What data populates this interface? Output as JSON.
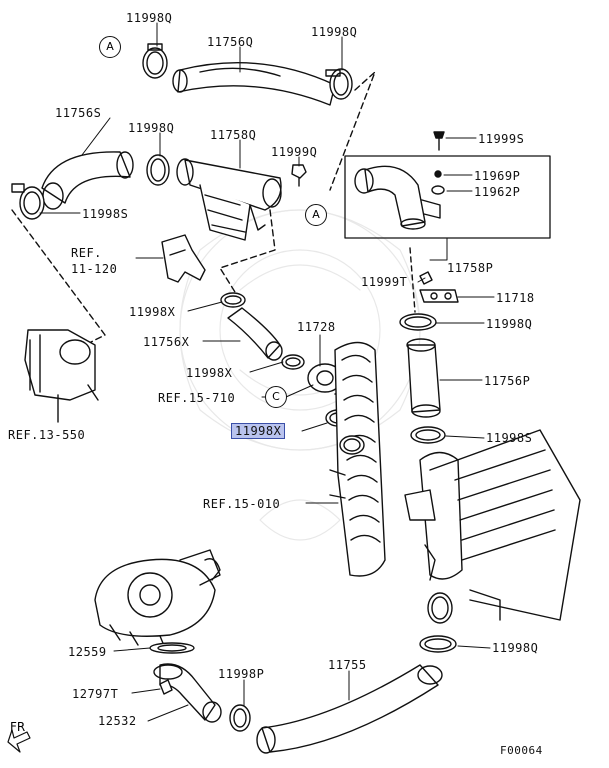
{
  "diagram_code": "F00064",
  "front_marker": "FR",
  "callouts": {
    "a1": "A",
    "a2": "A",
    "c": "C"
  },
  "highlighted_part": "11998X",
  "labels": {
    "p11998Q_1": "11998Q",
    "p11756Q": "11756Q",
    "p11998Q_2": "11998Q",
    "p11756S": "11756S",
    "p11998Q_3": "11998Q",
    "p11758Q": "11758Q",
    "p11999Q": "11999Q",
    "p11998S_1": "11998S",
    "ref11120_a": "REF.",
    "ref11120_b": "11-120",
    "p11999S": "11999S",
    "p11969P": "11969P",
    "p11962P": "11962P",
    "p11758P": "11758P",
    "p11999T": "11999T",
    "p11718": "11718",
    "p11998X_1": "11998X",
    "p11998Q_4": "11998Q",
    "p11728": "11728",
    "p11756X": "11756X",
    "p11756P": "11756P",
    "p11998X_2": "11998X",
    "ref15710": "REF.15-710",
    "p11998X_hl": "11998X",
    "p11998S_2": "11998S",
    "ref13550": "REF.13-550",
    "ref15010": "REF.15-010",
    "p11998Q_5": "11998Q",
    "p12559": "12559",
    "p11755": "11755",
    "p12797T": "12797T",
    "p11998P": "11998P",
    "p12532": "12532"
  }
}
